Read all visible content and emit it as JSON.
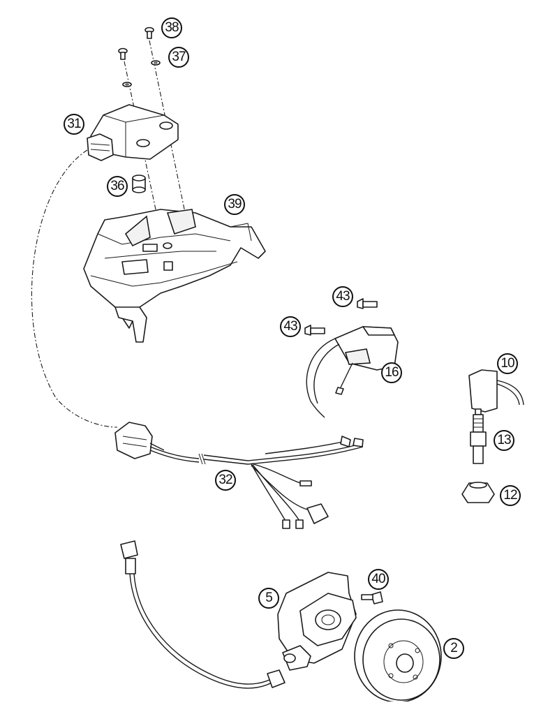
{
  "diagram": {
    "callouts": [
      {
        "id": "c38",
        "label": "38"
      },
      {
        "id": "c37",
        "label": "37"
      },
      {
        "id": "c31",
        "label": "31"
      },
      {
        "id": "c36",
        "label": "36"
      },
      {
        "id": "c39",
        "label": "39"
      },
      {
        "id": "c43a",
        "label": "43"
      },
      {
        "id": "c43b",
        "label": "43"
      },
      {
        "id": "c16",
        "label": "16"
      },
      {
        "id": "c10",
        "label": "10"
      },
      {
        "id": "c13",
        "label": "13"
      },
      {
        "id": "c12",
        "label": "12"
      },
      {
        "id": "c32",
        "label": "32"
      },
      {
        "id": "c40",
        "label": "40"
      },
      {
        "id": "c5",
        "label": "5"
      },
      {
        "id": "c2",
        "label": "2"
      }
    ]
  }
}
